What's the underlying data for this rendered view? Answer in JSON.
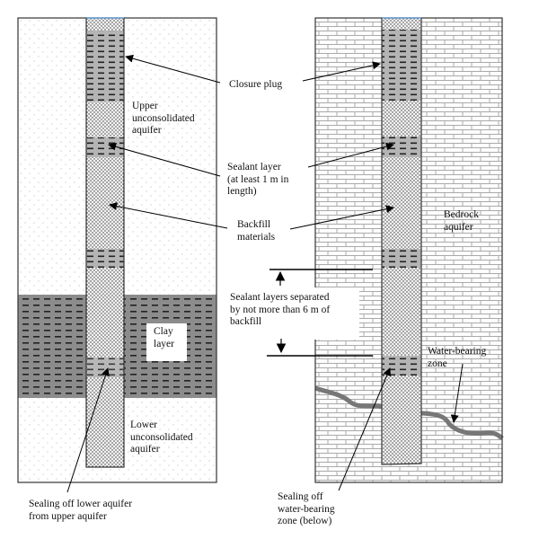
{
  "diagram": {
    "left_panel": {
      "name": "unconsolidated-aquifer-well",
      "labels": {
        "upper_aquifer": [
          "Upper",
          "unconsolidated",
          "aquifer"
        ],
        "clay_layer": [
          "Clay",
          "layer"
        ],
        "lower_aquifer": [
          "Lower",
          "unconsolidated",
          "aquifer"
        ],
        "sealing_off": [
          "Sealing off lower aquifer",
          "from upper aquifer"
        ]
      }
    },
    "right_panel": {
      "name": "bedrock-aquifer-well",
      "labels": {
        "bedrock_aquifer": [
          "Bedrock",
          "aquifer"
        ],
        "water_bearing_zone": [
          "Water-bearing",
          "zone"
        ],
        "sealing_off": [
          "Sealing off",
          "water-bearing",
          "zone (below)"
        ]
      }
    },
    "shared_labels": {
      "closure_plug": "Closure plug",
      "sealant_layer": [
        "Sealant layer",
        "(at least 1 m in",
        "length)"
      ],
      "backfill": [
        "Backfill",
        "materials"
      ],
      "separation": [
        "Sealant layers separated",
        "by not more than 6 m of",
        "backfill"
      ]
    },
    "legend_colors": {
      "unconsolidated": "#ffffff",
      "clay": "#8c8c8c",
      "sealant": "#b4b4b4",
      "backfill": "#f4f4f4",
      "water_zone": "#777777",
      "plug_cap": "#6fa8dc"
    }
  }
}
